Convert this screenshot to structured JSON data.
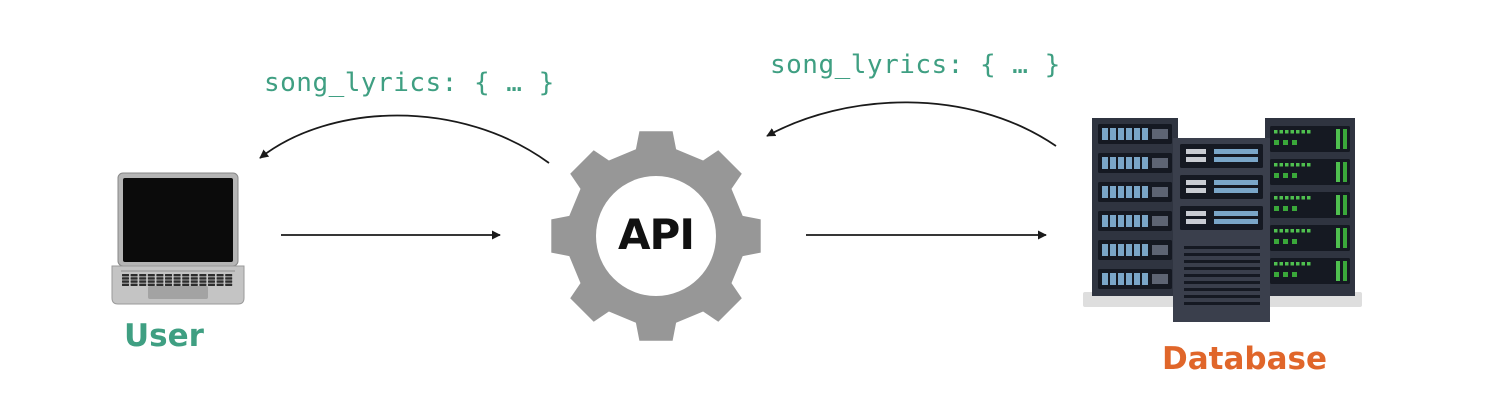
{
  "labels": {
    "response_left": "song_lyrics: { … }",
    "response_right": "song_lyrics: { … }",
    "user": "User",
    "api": "API",
    "database": "Database"
  },
  "colors": {
    "code_text": "#3f9f82",
    "user_label": "#3f9f82",
    "database_label": "#e0662a",
    "gear": "#979797",
    "arrow": "#1a1a1a"
  },
  "icons": {
    "user": "laptop-icon",
    "api": "gear-icon",
    "database": "server-rack-icon"
  }
}
